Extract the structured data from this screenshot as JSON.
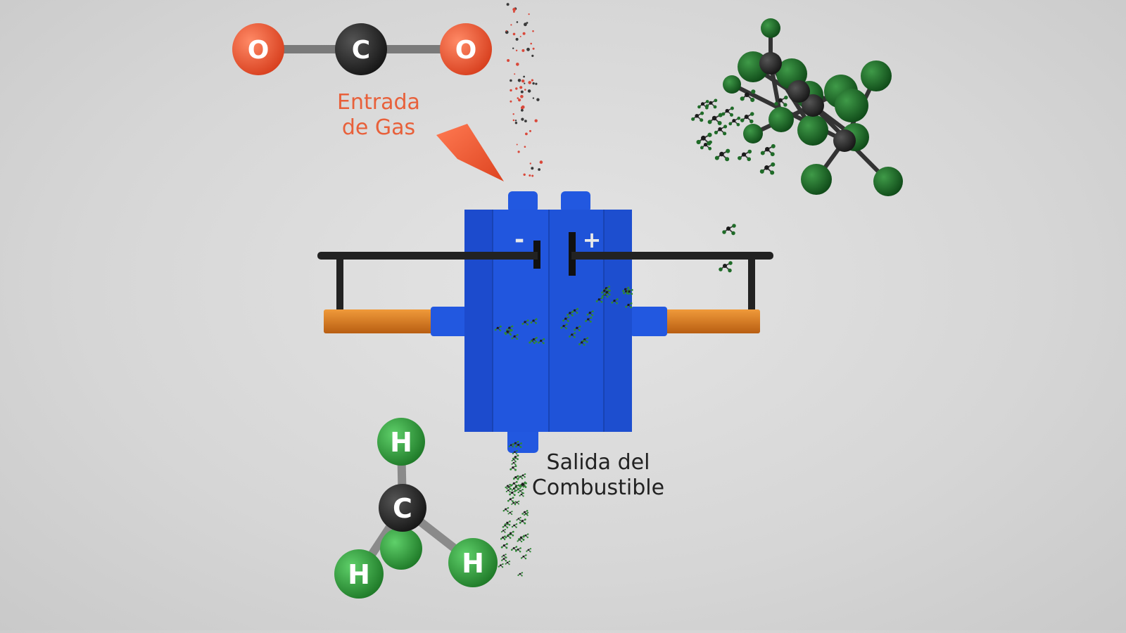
{
  "labels": {
    "gas_inlet": [
      "Entrada",
      "de Gas"
    ],
    "fuel_outlet": [
      "Salida del",
      "Combustible"
    ]
  },
  "cell": {
    "negative_sign": "-",
    "positive_sign": "+"
  },
  "co2": {
    "atoms": [
      "O",
      "C",
      "O"
    ]
  },
  "methane": {
    "atoms": [
      "H",
      "C",
      "H",
      "H"
    ]
  },
  "colors": {
    "background": "#d9d9d9",
    "cell_blue": "#1f52d9",
    "cell_blue_dark": "#1a45bb",
    "oxygen": "#f0583a",
    "carbon": "#2a2a2a",
    "hydrogen": "#2f9a3a",
    "electrode": "#d9791f",
    "wire": "#222222",
    "gas_label": "#e8603a",
    "fuel_label": "#222222",
    "arrow": "#ee5a35"
  },
  "icons": {
    "arrow": "gas-inlet-arrow-icon"
  }
}
